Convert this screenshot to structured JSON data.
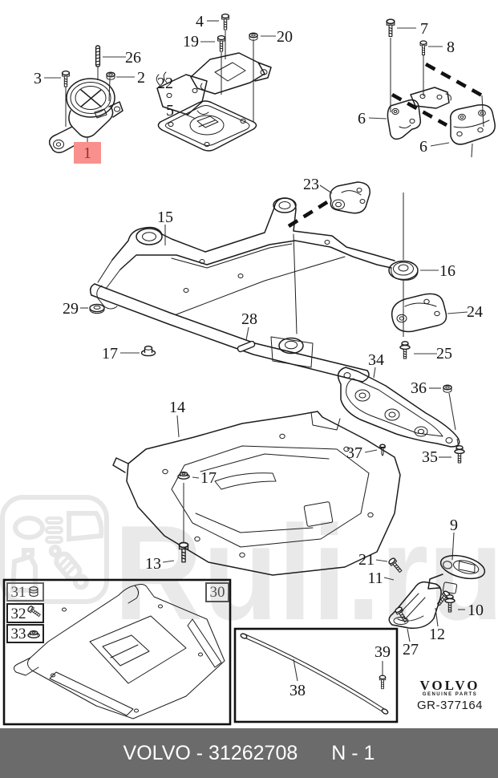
{
  "doc": {
    "type": "exploded-parts-diagram",
    "subject": "engine mounting / subframe parts"
  },
  "watermark": {
    "text": "Ruli.ru",
    "color": "#e9e9e9"
  },
  "highlight": {
    "callout": "1",
    "bg": "#f8918d",
    "text_color": "#9e2b25"
  },
  "callouts": {
    "c1": "1",
    "c2": "2",
    "c3": "3",
    "c4": "4",
    "c5": "5",
    "c6a": "6",
    "c6b": "6",
    "c7": "7",
    "c8": "8",
    "c9": "9",
    "c10": "10",
    "c11": "11",
    "c12": "12",
    "c13": "13",
    "c14": "14",
    "c15": "15",
    "c16": "16",
    "c17a": "17",
    "c17b": "17",
    "c19": "19",
    "c20": "20",
    "c21": "21",
    "c22": "22",
    "c23": "23",
    "c24": "24",
    "c25": "25",
    "c26": "26",
    "c27": "27",
    "c28": "28",
    "c29": "29",
    "c34": "34",
    "c35": "35",
    "c36": "36",
    "c37": "37",
    "c38": "38",
    "c39": "39"
  },
  "legend": {
    "panel_label": "30",
    "items": [
      {
        "label": "31",
        "icon": "cap-plug-icon"
      },
      {
        "label": "32",
        "icon": "screw-icon"
      },
      {
        "label": "33",
        "icon": "flange-nut-icon"
      }
    ]
  },
  "brand_block": {
    "logo": "VOLVO",
    "tagline": "GENUINE PARTS",
    "code": "GR-377164"
  },
  "footer_bar": {
    "part_label": "VOLVO - 31262708",
    "page_label": "N - 1",
    "bg": "#6b6b6b"
  }
}
